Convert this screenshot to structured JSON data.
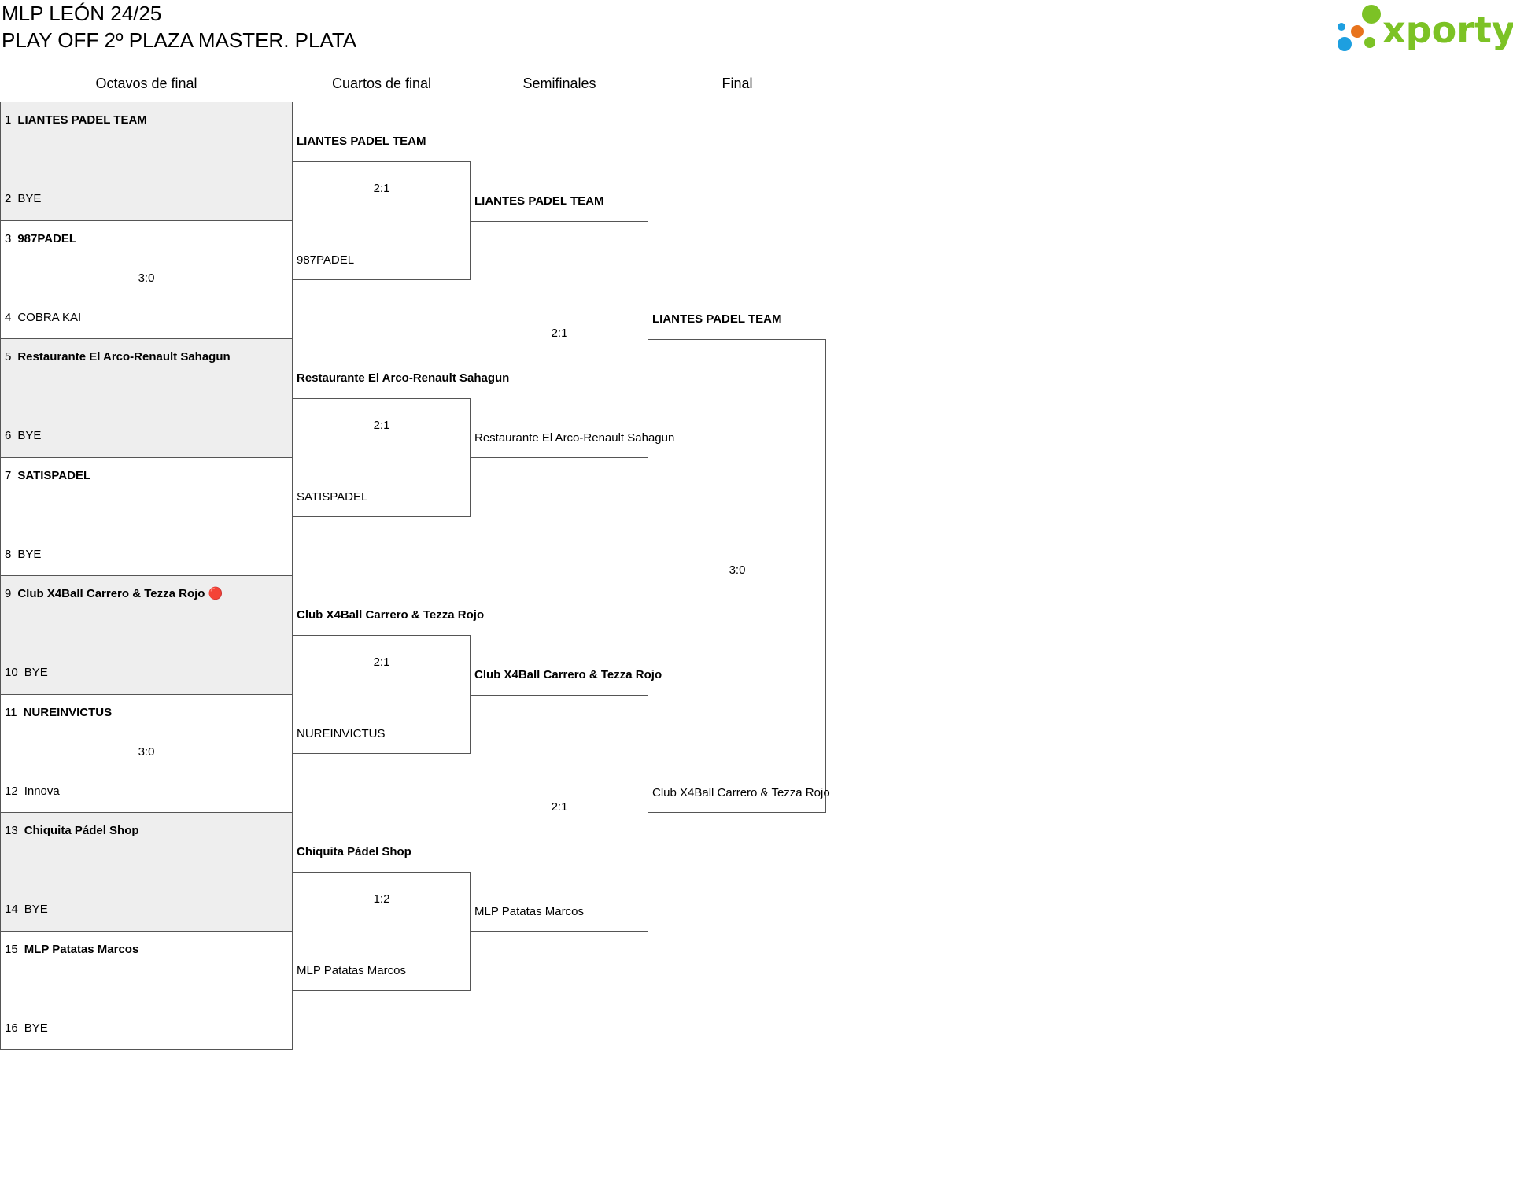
{
  "header": {
    "title": "MLP LEÓN 24/25",
    "subtitle": "PLAY OFF 2º PLAZA MASTER. PLATA",
    "logo_text": "xporty"
  },
  "colors": {
    "logo_green": "#7cc225",
    "logo_blue": "#1d9fe0",
    "logo_orange": "#e8731c",
    "shade": "#eeeeee"
  },
  "rounds": [
    "Octavos de final",
    "Cuartos de final",
    "Semifinales",
    "Final"
  ],
  "r16": [
    {
      "top_seed": "1",
      "top": "LIANTES PADEL TEAM",
      "bottom_seed": "2",
      "bottom": "BYE",
      "score": ""
    },
    {
      "top_seed": "3",
      "top": "987PADEL",
      "bottom_seed": "4",
      "bottom": "COBRA KAI",
      "score": "3:0"
    },
    {
      "top_seed": "5",
      "top": "Restaurante El Arco-Renault Sahagun",
      "bottom_seed": "6",
      "bottom": "BYE",
      "score": ""
    },
    {
      "top_seed": "7",
      "top": "SATISPADEL",
      "bottom_seed": "8",
      "bottom": "BYE",
      "score": ""
    },
    {
      "top_seed": "9",
      "top": "Club X4Ball Carrero & Tezza Rojo 🔴",
      "bottom_seed": "10",
      "bottom": "BYE",
      "score": ""
    },
    {
      "top_seed": "11",
      "top": "NUREINVICTUS",
      "bottom_seed": "12",
      "bottom": "Innova",
      "score": "3:0"
    },
    {
      "top_seed": "13",
      "top": "Chiquita Pádel Shop",
      "bottom_seed": "14",
      "bottom": "BYE",
      "score": ""
    },
    {
      "top_seed": "15",
      "top": "MLP Patatas Marcos",
      "bottom_seed": "16",
      "bottom": "BYE",
      "score": ""
    }
  ],
  "qf": [
    {
      "top": "LIANTES PADEL TEAM",
      "bottom": "987PADEL",
      "score": "2:1"
    },
    {
      "top": "Restaurante El Arco-Renault Sahagun",
      "bottom": "SATISPADEL",
      "score": "2:1"
    },
    {
      "top": "Club X4Ball Carrero & Tezza Rojo",
      "bottom": "NUREINVICTUS",
      "score": "2:1"
    },
    {
      "top": "Chiquita Pádel Shop",
      "bottom": "MLP Patatas Marcos",
      "score": "1:2"
    }
  ],
  "sf": [
    {
      "top": "LIANTES PADEL TEAM",
      "bottom": "Restaurante El Arco-Renault Sahagun",
      "score": "2:1"
    },
    {
      "top": "Club X4Ball Carrero & Tezza Rojo",
      "bottom": "MLP Patatas Marcos",
      "score": "2:1"
    }
  ],
  "final": {
    "top": "LIANTES PADEL TEAM",
    "bottom": "Club X4Ball Carrero & Tezza Rojo",
    "score": "3:0"
  }
}
